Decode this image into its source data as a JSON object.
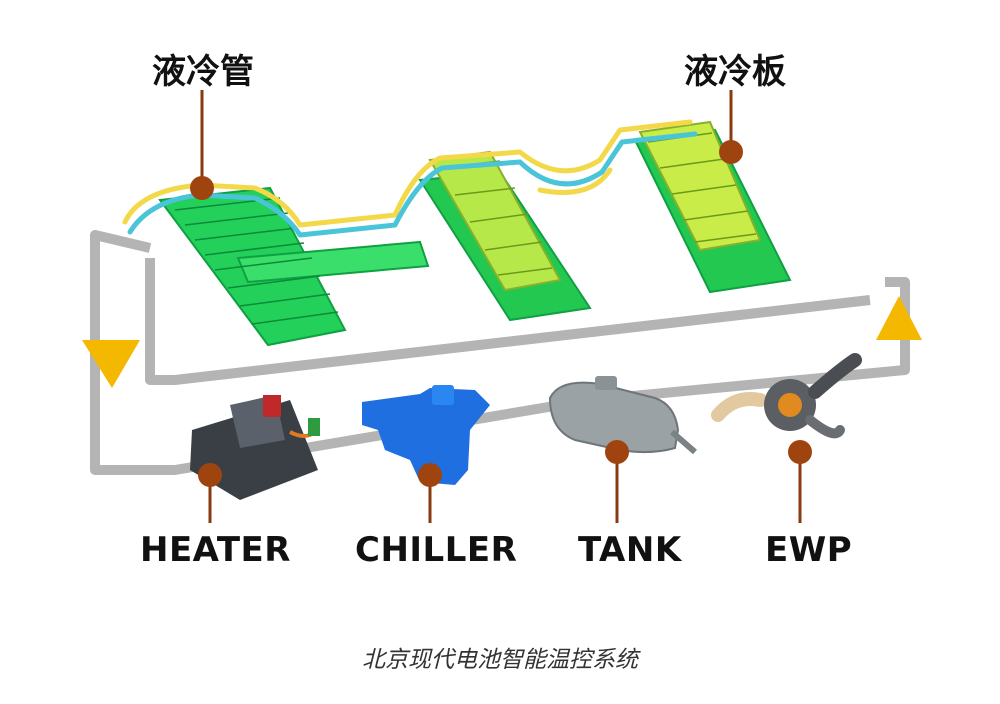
{
  "labels": {
    "top_left": "液冷管",
    "top_right": "液冷板"
  },
  "components": [
    {
      "key": "heater",
      "label": "HEATER"
    },
    {
      "key": "chiller",
      "label": "CHILLER"
    },
    {
      "key": "tank",
      "label": "TANK"
    },
    {
      "key": "ewp",
      "label": "EWP"
    }
  ],
  "caption": "北京现代电池智能温控系统",
  "colors": {
    "loop_pipe": "#b4b4b4",
    "flow_arrow": "#f5b800",
    "leader_line": "#8b3a0f",
    "leader_dot": "#a0440f",
    "cold_plate": "#22d05a",
    "cold_plate_dark": "#0fa043",
    "plate_top": "#d6f04a",
    "pipe_yellow": "#f3d84a",
    "pipe_cyan": "#4ac4d8",
    "chiller_blue": "#1f6fe0",
    "tank_grey": "#9aa2a6",
    "heater_dark": "#3a3f46"
  },
  "icons": [
    "down-arrow-icon",
    "up-arrow-icon"
  ]
}
